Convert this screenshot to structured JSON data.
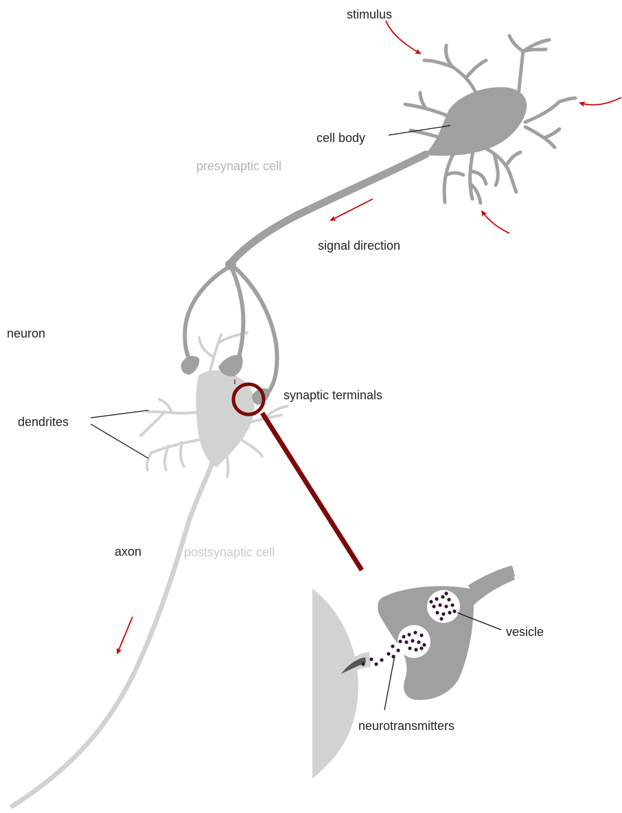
{
  "labels": {
    "stimulus": "stimulus",
    "cell_body": "cell body",
    "presynaptic_cell": "presynaptic cell",
    "signal_direction": "signal direction",
    "neuron": "neuron",
    "synaptic_terminals": "synaptic terminals",
    "dendrites": "dendrites",
    "axon": "axon",
    "postsynaptic_cell": "postsynaptic cell",
    "vesicle": "vesicle",
    "neurotransmitters": "neurotransmitters"
  },
  "colors": {
    "presynaptic": "#a0a0a0",
    "postsynaptic": "#d2d2d2",
    "arrow": "#cc0000",
    "magnifier": "#7a0a0a",
    "neurotransmitter": "#3a0f3a",
    "leader_line": "#111111"
  }
}
